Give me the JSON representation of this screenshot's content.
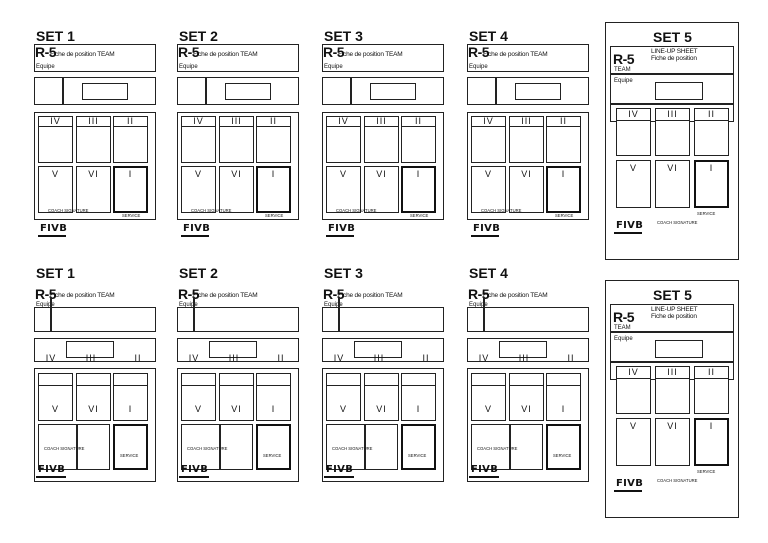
{
  "sheet": {
    "label": "R-5",
    "title": "Fiche de position TEAM",
    "team_label": "Equipe",
    "lineup_title_line1": "LINE-UP SHEET",
    "lineup_title_line2": "Fiche de position",
    "team_label_en": "TEAM"
  },
  "sets": [
    {
      "title": "SET 1"
    },
    {
      "title": "SET 2"
    },
    {
      "title": "SET 3"
    },
    {
      "title": "SET 4"
    },
    {
      "title": "SET 5"
    }
  ],
  "positions": {
    "front": [
      "IV",
      "III",
      "II"
    ],
    "back": [
      "V",
      "VI",
      "I"
    ]
  },
  "coach_signature": "COACH SIGNATURE",
  "service": "SERVICE",
  "logo": "FIVB"
}
